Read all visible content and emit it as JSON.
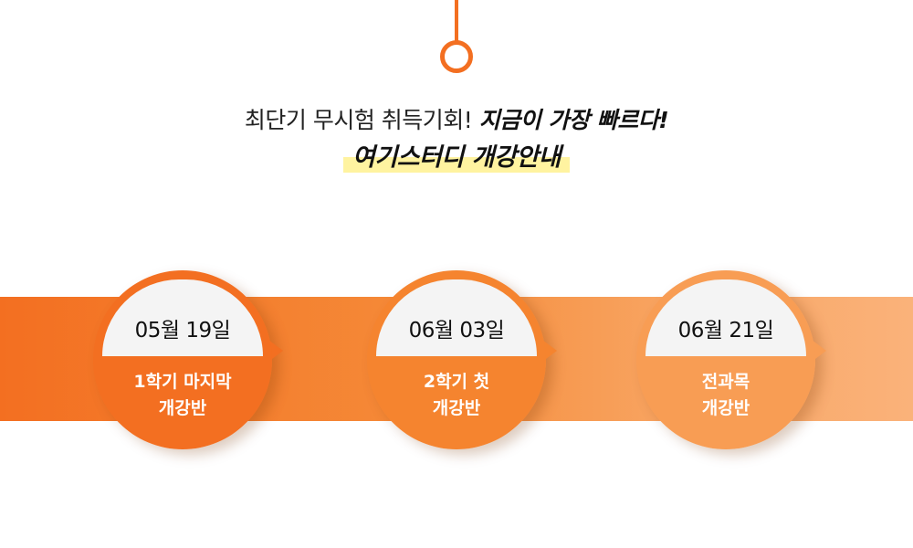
{
  "headline": {
    "normal": "최단기 무시험 취득기회!",
    "emphasis": "지금이 가장 빠르다!"
  },
  "subheadline": "여기스터디 개강안내",
  "schedule": [
    {
      "date": "05월 19일",
      "label": "1학기 마지막\n개강반"
    },
    {
      "date": "06월 03일",
      "label": "2학기 첫\n개강반"
    },
    {
      "date": "06월 21일",
      "label": "전과목\n개강반"
    }
  ],
  "colors": {
    "accent": "#f36f21",
    "highlight": "#fff3a0"
  }
}
